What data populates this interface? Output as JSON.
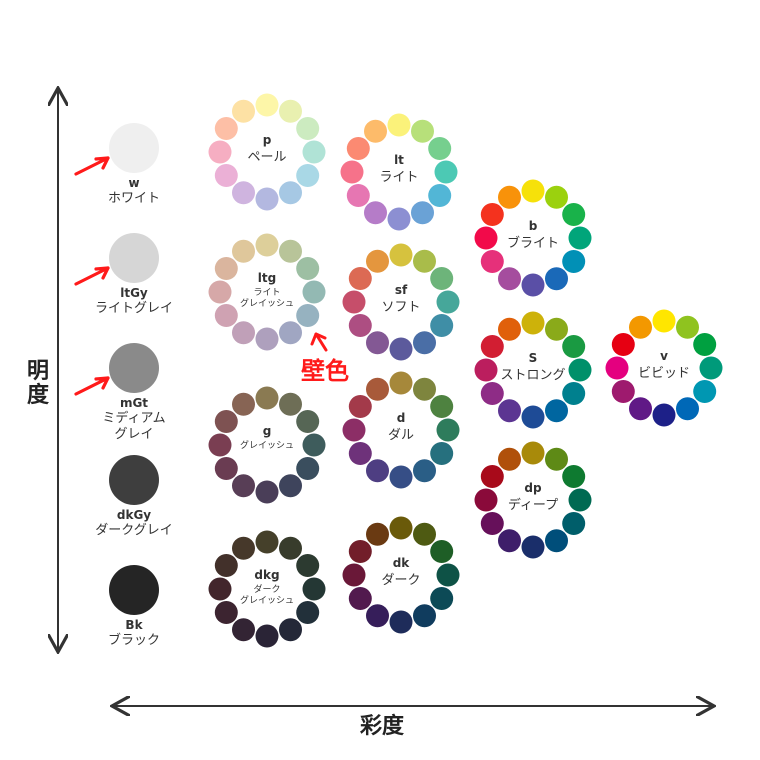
{
  "axes": {
    "vertical_label": [
      "明",
      "度"
    ],
    "horizontal_label": "彩度"
  },
  "annotation": {
    "text": "壁色",
    "color": "#ff1a1a"
  },
  "achromatic": [
    {
      "code": "w",
      "name": [
        "ホワイト"
      ],
      "color": "#efefef",
      "arrow": true
    },
    {
      "code": "ltGy",
      "name": [
        "ライトグレイ"
      ],
      "color": "#d6d6d6",
      "arrow": true
    },
    {
      "code": "mGt",
      "name": [
        "ミディアム",
        "グレイ"
      ],
      "color": "#8a8a8a",
      "arrow": true
    },
    {
      "code": "dkGy",
      "name": [
        "ダークグレイ"
      ],
      "color": "#3e3e3e",
      "arrow": false
    },
    {
      "code": "Bk",
      "name": [
        "ブラック"
      ],
      "color": "#252525",
      "arrow": false
    }
  ],
  "tones": [
    {
      "id": "p",
      "code": "p",
      "name": [
        "ペール"
      ],
      "small": false,
      "colors": [
        "#fdf6a8",
        "#e9f0b0",
        "#ccebc0",
        "#b0e3d6",
        "#a9d8e6",
        "#a6c8e4",
        "#b3b8e0",
        "#cfb4df",
        "#ebb0d6",
        "#f6aec2",
        "#fdbfa6",
        "#fde1a4"
      ]
    },
    {
      "id": "lt",
      "code": "lt",
      "name": [
        "ライト"
      ],
      "small": false,
      "colors": [
        "#fbf27a",
        "#b7e07a",
        "#76cf8e",
        "#4cc9b4",
        "#52b6d6",
        "#6aa2d6",
        "#8c8fd2",
        "#b57cc8",
        "#e676b2",
        "#f6728a",
        "#fb8a72",
        "#fdbb6a"
      ]
    },
    {
      "id": "ltg",
      "code": "ltg",
      "name": [
        "ライト",
        "グレイッシュ"
      ],
      "small": true,
      "colors": [
        "#ddcf9a",
        "#b8c499",
        "#9dbfa3",
        "#93b9b3",
        "#96b2c0",
        "#a0a6c2",
        "#aea0bd",
        "#c0a0b8",
        "#cfa2b2",
        "#d6a8a8",
        "#dab59e",
        "#dfc79b"
      ]
    },
    {
      "id": "sf",
      "code": "sf",
      "name": [
        "ソフト"
      ],
      "small": false,
      "colors": [
        "#d6c23e",
        "#a9bc4a",
        "#6db47a",
        "#46a79a",
        "#3f8ea6",
        "#4a6ea6",
        "#5c5a9c",
        "#835894",
        "#ad4e82",
        "#c64e6a",
        "#dc6a54",
        "#e4963e"
      ]
    },
    {
      "id": "b",
      "code": "b",
      "name": [
        "ブライト"
      ],
      "small": false,
      "colors": [
        "#f6e10a",
        "#9bd10e",
        "#19b24a",
        "#01a57a",
        "#0190b6",
        "#1a69b8",
        "#5a4fa6",
        "#a54d9e",
        "#e6307a",
        "#f20a4a",
        "#f4321e",
        "#f8920a"
      ]
    },
    {
      "id": "g",
      "code": "g",
      "name": [
        "グレイッシュ"
      ],
      "small": true,
      "colors": [
        "#8a7a52",
        "#6e6e56",
        "#566655",
        "#3e5c5c",
        "#3a4e5e",
        "#3e445c",
        "#4a3e58",
        "#583e56",
        "#6a3c52",
        "#7a3e52",
        "#7e5252",
        "#876454"
      ]
    },
    {
      "id": "d",
      "code": "d",
      "name": [
        "ダル"
      ],
      "small": false,
      "colors": [
        "#a6883a",
        "#7e853e",
        "#4e8240",
        "#2e7c5c",
        "#26707e",
        "#2a5e86",
        "#364e86",
        "#4e3e82",
        "#6e327a",
        "#8c2e66",
        "#a33a4a",
        "#a85a3a"
      ]
    },
    {
      "id": "s",
      "code": "S",
      "name": [
        "ストロング"
      ],
      "small": false,
      "colors": [
        "#cdb20a",
        "#8aaa1a",
        "#1a9a42",
        "#00906a",
        "#00808e",
        "#0066a0",
        "#1e4b96",
        "#5c3592",
        "#8e2c86",
        "#bb1e5e",
        "#d21e32",
        "#e0600a"
      ]
    },
    {
      "id": "v",
      "code": "v",
      "name": [
        "ビビッド"
      ],
      "small": false,
      "colors": [
        "#ffe600",
        "#8fc31f",
        "#00a040",
        "#009a7a",
        "#0097b2",
        "#0068b7",
        "#1d2088",
        "#601986",
        "#9e1a6e",
        "#e4007f",
        "#e60012",
        "#f39800"
      ]
    },
    {
      "id": "dp",
      "code": "dp",
      "name": [
        "ディープ"
      ],
      "small": false,
      "colors": [
        "#a88a0a",
        "#5e8a16",
        "#0e7a30",
        "#006a52",
        "#005e6a",
        "#004e7a",
        "#1a2e6a",
        "#3e1e6a",
        "#66105a",
        "#8a0a3a",
        "#a80a1a",
        "#b0500a"
      ]
    },
    {
      "id": "dkg",
      "code": "dkg",
      "name": [
        "ダーク",
        "グレイッシュ"
      ],
      "small": true,
      "colors": [
        "#45402a",
        "#383c2c",
        "#2c3a30",
        "#243734",
        "#22303a",
        "#242838",
        "#2a2436",
        "#332434",
        "#3c2430",
        "#42262c",
        "#42302a",
        "#46382a"
      ]
    },
    {
      "id": "dk",
      "code": "dk",
      "name": [
        "ダーク"
      ],
      "small": false,
      "colors": [
        "#6a5a0a",
        "#4e5a12",
        "#1e5e26",
        "#0e5246",
        "#0c4a56",
        "#103c5e",
        "#1e2c5a",
        "#361e5a",
        "#521a4e",
        "#6a1838",
        "#721e2a",
        "#6a3a12"
      ]
    }
  ]
}
